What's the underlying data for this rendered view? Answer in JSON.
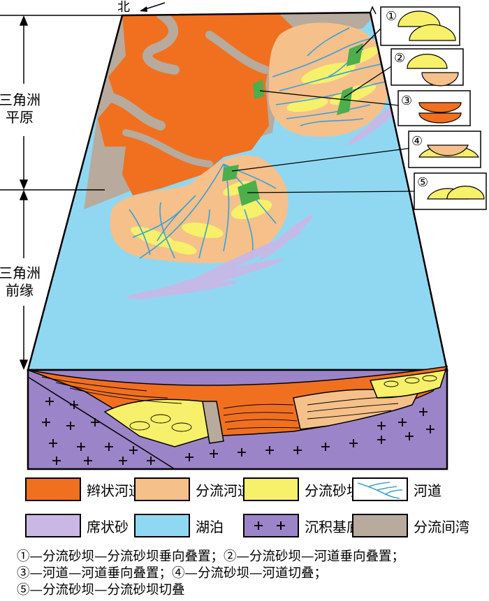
{
  "compass": {
    "north_label": "北"
  },
  "zones": {
    "plain_label_line1": "三角洲",
    "plain_label_line2": "平原",
    "front_label_line1": "三角洲",
    "front_label_line2": "前缘"
  },
  "callouts": [
    {
      "marker": "①"
    },
    {
      "marker": "②"
    },
    {
      "marker": "③"
    },
    {
      "marker": "④"
    },
    {
      "marker": "⑤"
    }
  ],
  "legend": [
    {
      "label": "辫状河道",
      "color": "#f07020"
    },
    {
      "label": "分流河道",
      "color": "#f5c08a"
    },
    {
      "label": "分流砂坝",
      "color": "#f7f06a"
    },
    {
      "label": "河道",
      "color": "#3aa0d8"
    },
    {
      "label": "席状砂",
      "color": "#c9b8e6"
    },
    {
      "label": "湖泊",
      "color": "#90d8f2"
    },
    {
      "label": "沉积基底",
      "color": "#9c84c8"
    },
    {
      "label": "分流间湾",
      "color": "#b8aa9c"
    }
  ],
  "notes": [
    "①—分流砂坝—分流砂坝垂向叠置；②—分流砂坝—河道垂向叠置；",
    "③—河道—河道垂向叠置；④—分流砂坝—河道切叠；",
    "⑤—分流砂坝—分流砂坝切叠"
  ]
}
